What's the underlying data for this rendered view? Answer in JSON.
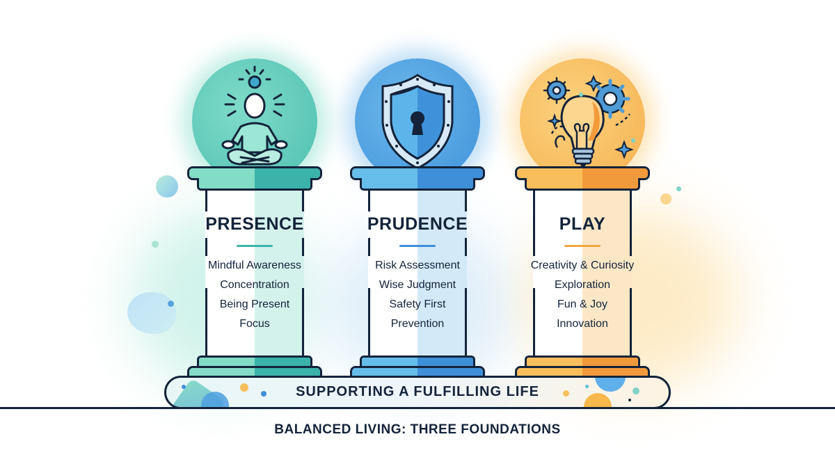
{
  "pillars": [
    {
      "id": "presence",
      "title": "PRESENCE",
      "icon": "meditation-person-icon",
      "items": [
        "Mindful Awareness",
        "Concentration",
        "Being Present",
        "Focus"
      ],
      "colors": {
        "orb": "#5fcbbb",
        "light": "#83dcc6",
        "dark": "#3bb3aa",
        "shaft_tint": "#d4f2ec",
        "rule": "#3bb3aa"
      }
    },
    {
      "id": "prudence",
      "title": "PRUDENCE",
      "icon": "shield-keyhole-icon",
      "items": [
        "Risk Assessment",
        "Wise Judgment",
        "Safety First",
        "Prevention"
      ],
      "colors": {
        "orb": "#4ea3e2",
        "light": "#66bdea",
        "dark": "#3f8fd8",
        "shaft_tint": "#d3e9f8",
        "rule": "#3f8fd8"
      }
    },
    {
      "id": "play",
      "title": "PLAY",
      "icon": "lightbulb-gears-icon",
      "items": [
        "Creativity & Curiosity",
        "Exploration",
        "Fun & Joy",
        "Innovation"
      ],
      "colors": {
        "orb": "#f8c46a",
        "light": "#f9be5c",
        "dark": "#f19a3b",
        "shaft_tint": "#fbe7c6",
        "rule": "#f0a640"
      }
    }
  ],
  "banner": {
    "text": "SUPPORTING A FULFILLING LIFE"
  },
  "footer": {
    "title": "BALANCED LIVING: THREE FOUNDATIONS"
  },
  "colors": {
    "outline": "#13233a",
    "background": "#ffffff"
  }
}
